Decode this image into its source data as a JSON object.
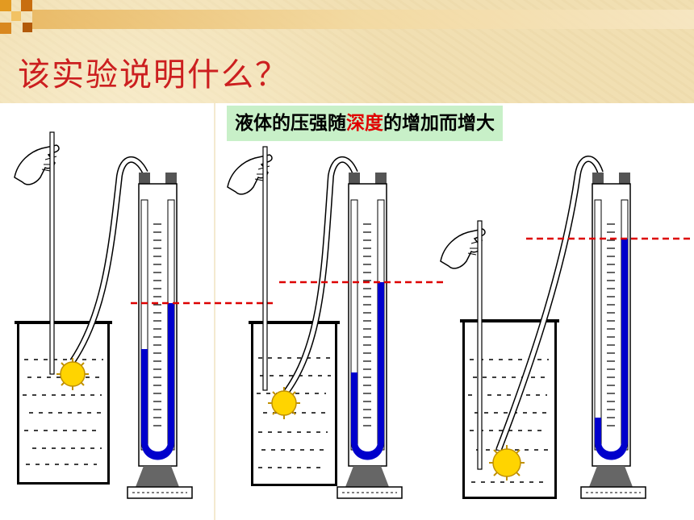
{
  "slide": {
    "title": "该实验说明什么？",
    "caption": {
      "before": "液体的压强随",
      "highlight": "深度",
      "after": "的增加而增大"
    }
  },
  "colors": {
    "title": "#cc1f1f",
    "highlight": "#e00000",
    "caption_bg": "#c8f0c8",
    "liquid": "#0000cc",
    "dashed_line": "#dd0000",
    "probe": "#ffd400"
  },
  "experiments": [
    {
      "probe_depth": "shallow",
      "manometer_level_change": "small"
    },
    {
      "probe_depth": "medium",
      "manometer_level_change": "medium"
    },
    {
      "probe_depth": "deep",
      "manometer_level_change": "large"
    }
  ]
}
